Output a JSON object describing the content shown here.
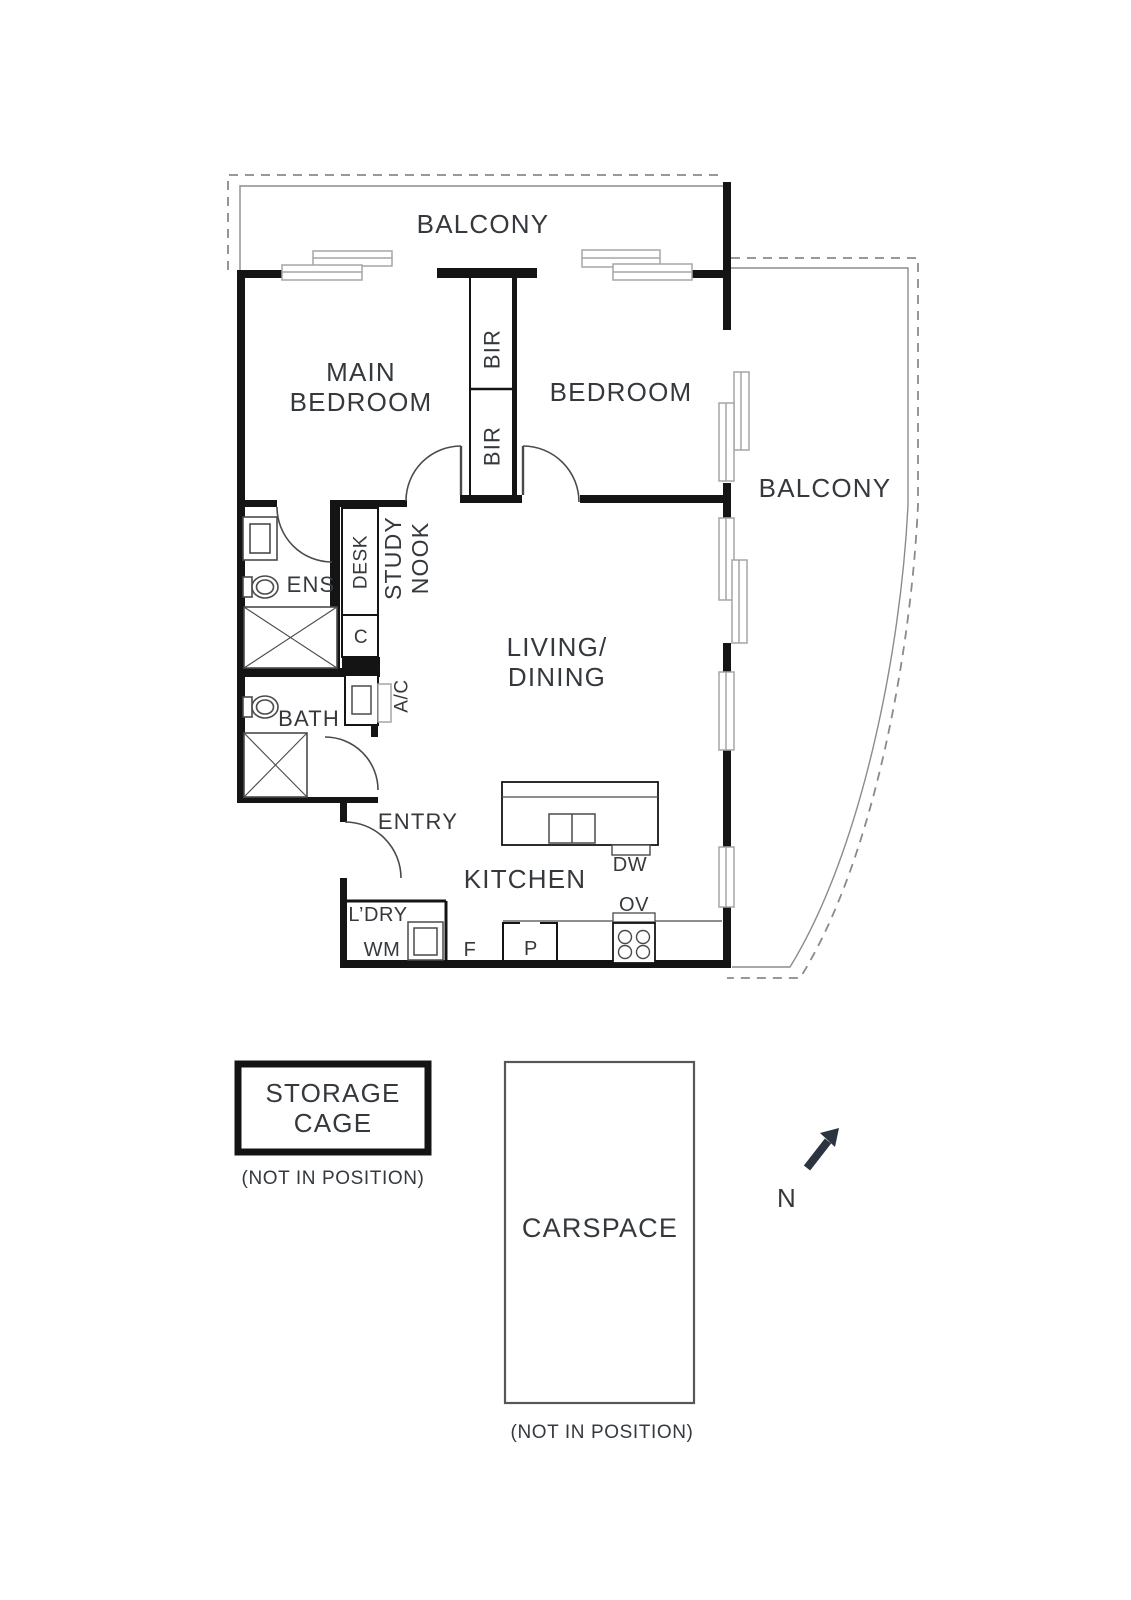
{
  "plan": {
    "labels": {
      "balcony_top": "BALCONY",
      "balcony_right": "BALCONY",
      "main_bedroom": [
        "MAIN",
        "BEDROOM"
      ],
      "bedroom": "BEDROOM",
      "living_dining": [
        "LIVING/",
        "DINING"
      ],
      "kitchen": "KITCHEN",
      "entry": "ENTRY",
      "ens": "ENS",
      "bath": "BATH",
      "study_nook": [
        "STUDY",
        "NOOK"
      ],
      "desk": "DESK",
      "cupboard": "C",
      "ac": "A/C",
      "bir_top": "BIR",
      "bir_bottom": "BIR",
      "laundry": "L’DRY",
      "washing_machine": "WM",
      "fridge": "F",
      "pantry": "P",
      "dishwasher": "DW",
      "oven": "OV"
    },
    "outbuildings": {
      "storage_cage": [
        "STORAGE",
        "CAGE"
      ],
      "storage_note": "(NOT IN POSITION)",
      "carspace": "CARSPACE",
      "carspace_note": "(NOT IN POSITION)"
    },
    "compass": {
      "north": "N"
    },
    "colors": {
      "wall": "#141414",
      "text": "#35393d",
      "thin_line": "#4a4a4a",
      "panel_line": "#a5a5a5",
      "dashed_line": "#8a8a8a",
      "north_arrow": "#2b3440",
      "background": "#ffffff"
    }
  }
}
